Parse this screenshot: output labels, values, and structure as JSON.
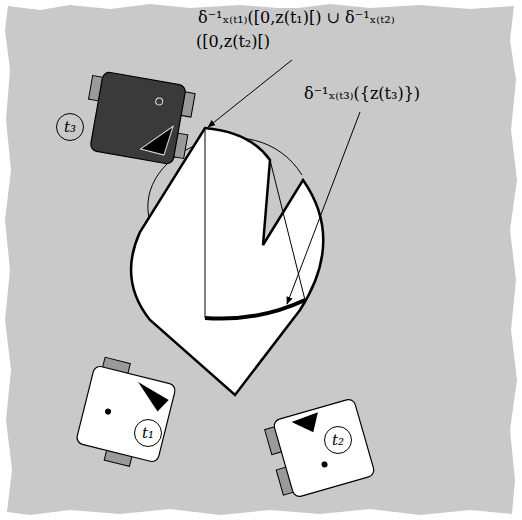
{
  "diagram": {
    "nodes": [
      {
        "text": [
          "t₁"
        ]
      },
      {
        "text": [
          "t₂"
        ]
      },
      {
        "text": [
          "t₃"
        ]
      }
    ],
    "labels": [
      "δ⁻¹ₓ₍ₜ₁₎([0,z(t₁)[) ∪ δ⁻¹ₓ₍ₜ₂₎([0,z(t₂)[)",
      "δ⁻¹ₓ₍ₜ₃₎({z(t₃)})"
    ]
  }
}
